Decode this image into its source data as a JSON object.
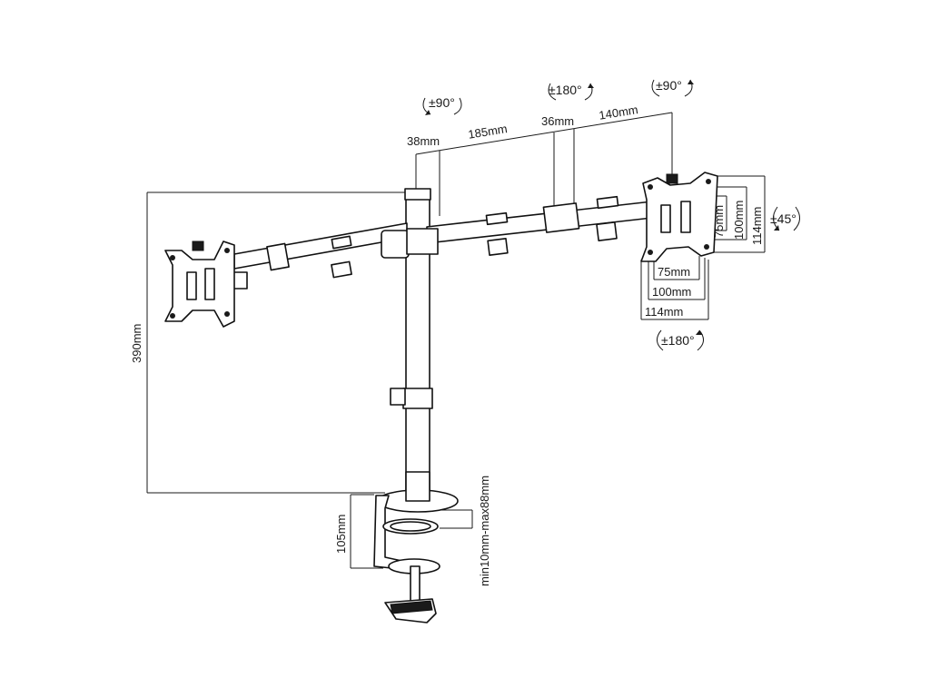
{
  "dimensions": {
    "arm_offset": "38mm",
    "arm_length_1": "185mm",
    "arm_offset_2": "36mm",
    "arm_length_2": "140mm",
    "pole_height": "390mm",
    "clamp_height": "105mm",
    "desk_thickness": "min10mm-max88mm"
  },
  "rotations": {
    "arm_pivot": "±90°",
    "arm_joint": "±180°",
    "head_tilt": "±90°",
    "head_swivel": "±45°",
    "head_rotation": "±180°"
  },
  "vesa": {
    "width_small": "75mm",
    "width_medium": "100mm",
    "width_large": "114mm",
    "height_small": "75mm",
    "height_medium": "100mm",
    "height_large": "114mm"
  }
}
